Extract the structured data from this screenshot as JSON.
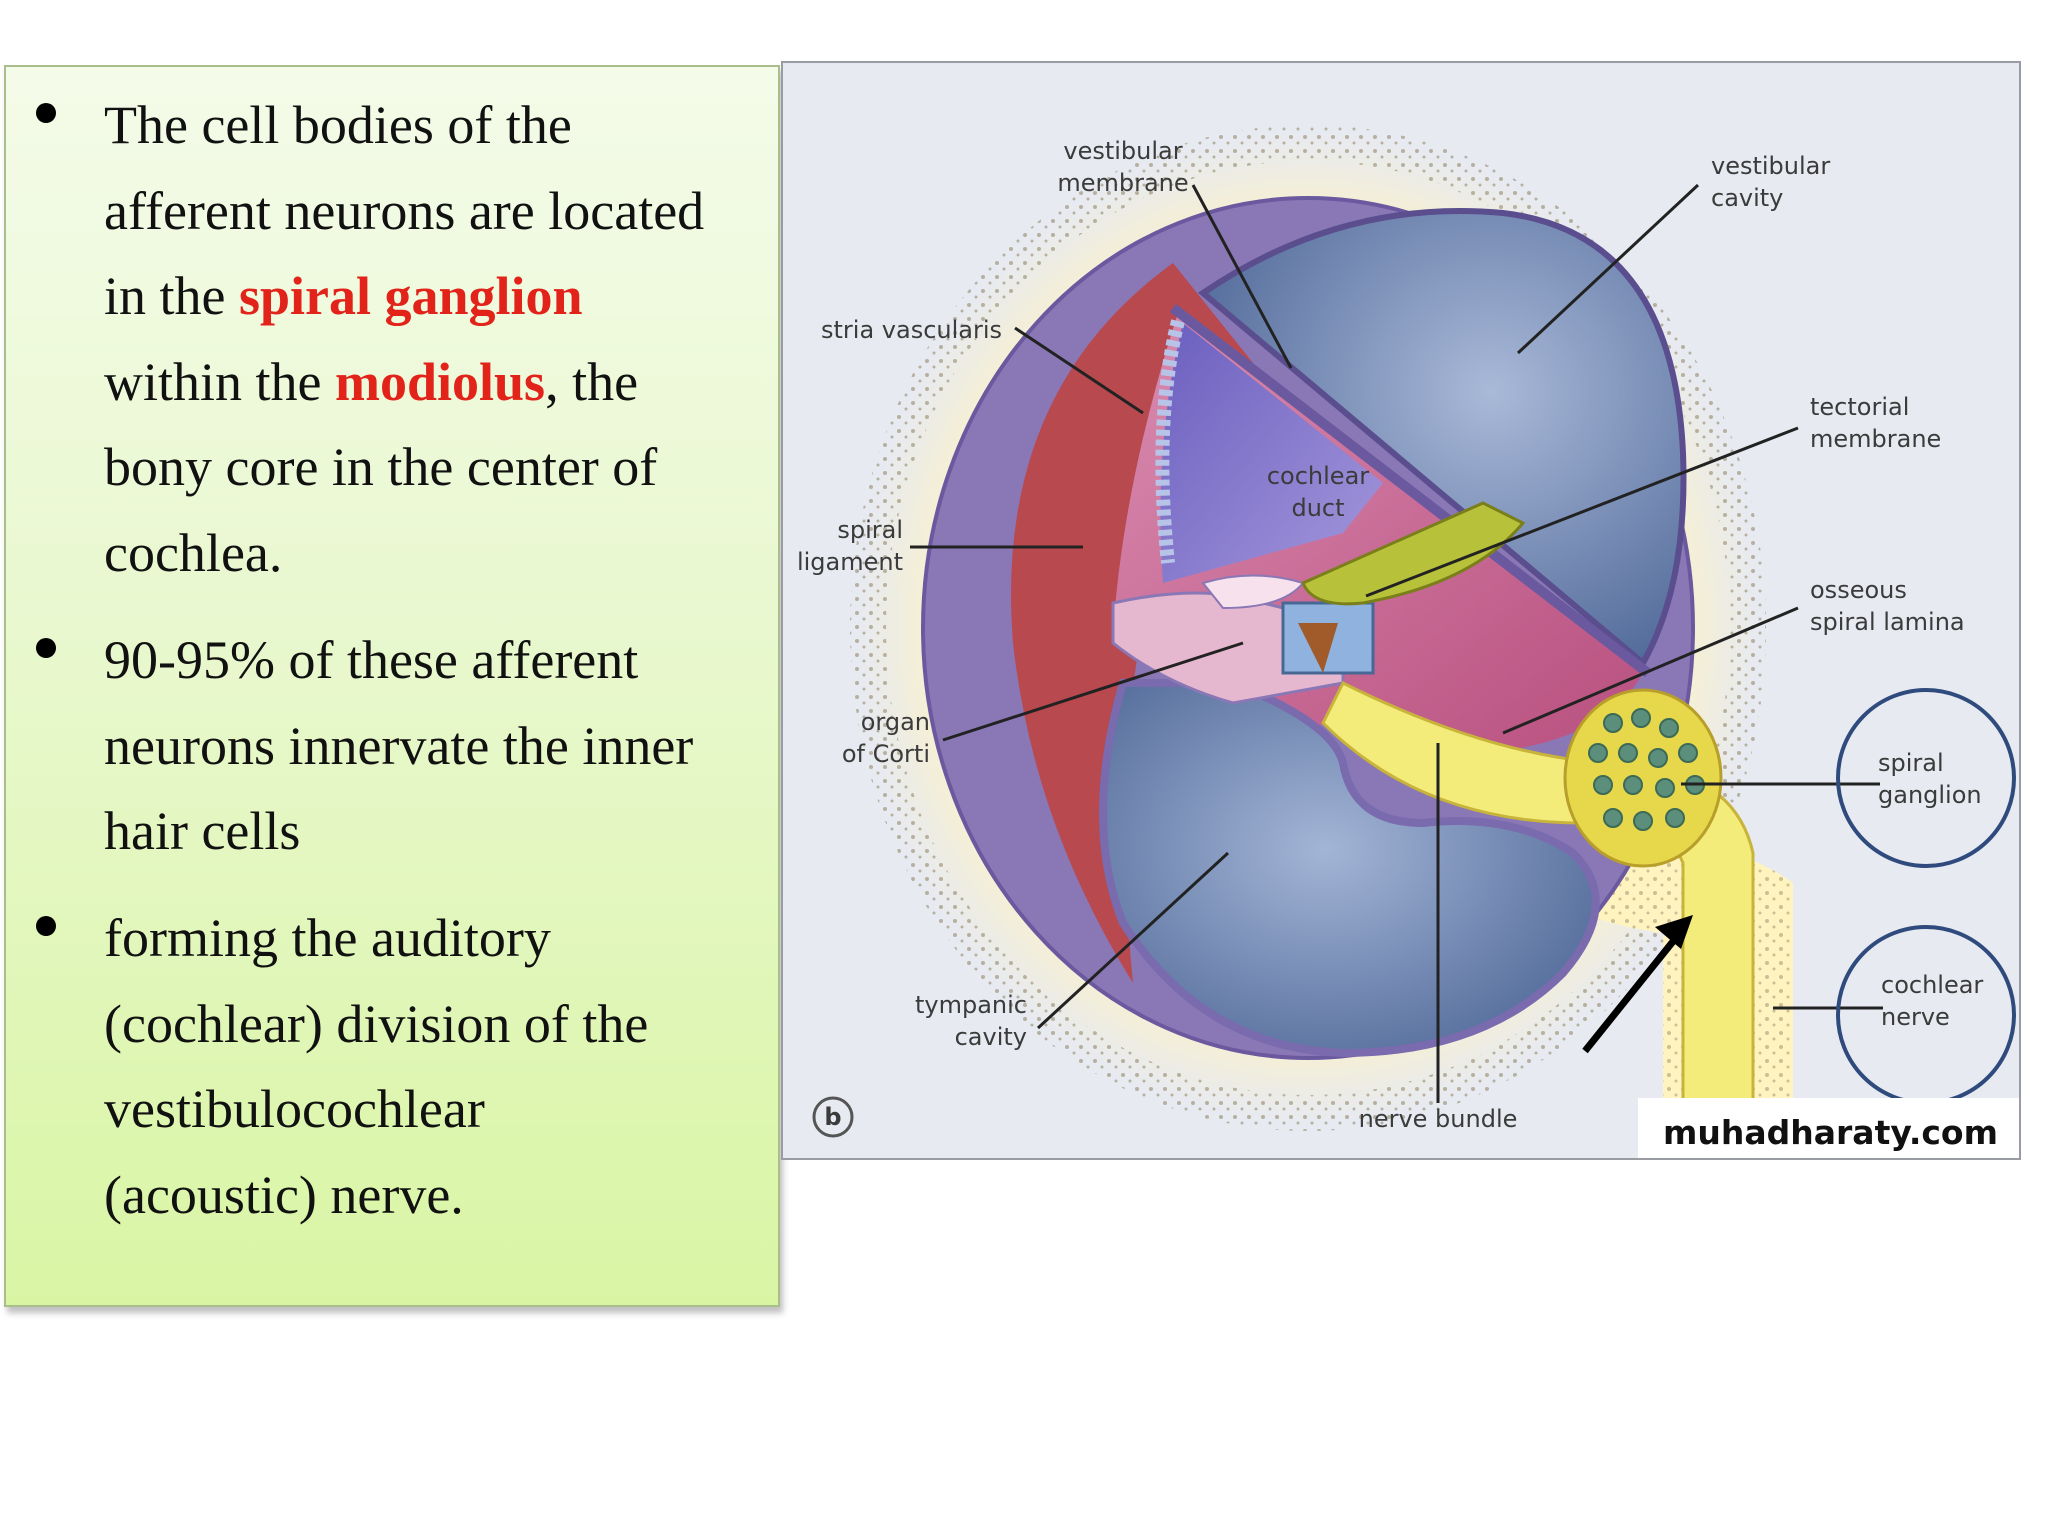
{
  "bullets": [
    {
      "lines": [
        [
          "The cell bodies of the"
        ],
        [
          "afferent neurons are located"
        ],
        [
          "in the ",
          "spiral ganglion"
        ],
        [
          "within the ",
          "modiolus",
          ", the"
        ],
        [
          "bony core in the center of"
        ],
        [
          "cochlea."
        ]
      ]
    },
    {
      "lines": [
        [
          "90-95% of these afferent"
        ],
        [
          "neurons innervate the inner"
        ],
        [
          "hair cells"
        ]
      ]
    },
    {
      "lines": [
        [
          "forming the auditory"
        ],
        [
          "(cochlear) division of the"
        ],
        [
          "vestibulocochlear"
        ],
        [
          "(acoustic) nerve."
        ]
      ]
    }
  ],
  "highlight_color": "#e2231a",
  "diagram": {
    "labels": {
      "vestibular_membrane": [
        "vestibular",
        "membrane"
      ],
      "vestibular_cavity": [
        "vestibular",
        "cavity"
      ],
      "stria_vascularis": "stria vascularis",
      "cochlear_duct": [
        "cochlear",
        "duct"
      ],
      "tectorial_membrane": [
        "tectorial",
        "membrane"
      ],
      "spiral_ligament": [
        "spiral",
        "ligament"
      ],
      "osseous_spiral_lamina": [
        "osseous",
        "spiral lamina"
      ],
      "organ_of_corti": [
        "organ",
        "of Corti"
      ],
      "spiral_ganglion": [
        "spiral",
        "ganglion"
      ],
      "tympanic_cavity": [
        "tympanic",
        "cavity"
      ],
      "cochlear_nerve": [
        "cochlear",
        "nerve"
      ],
      "nerve_bundle": "nerve bundle",
      "panel_letter": "b"
    },
    "watermark": "muhadharaty.com",
    "colors": {
      "cavity_blue": "#6f86b3",
      "cochlear_duct_pink": "#c86a98",
      "stria_purple": "#7d6fc0",
      "ligament_red": "#b8494f",
      "nerve_yellow": "#f3ec7a",
      "bone_glow": "#fff7c8",
      "circle_outline": "#2f4a7c"
    }
  }
}
